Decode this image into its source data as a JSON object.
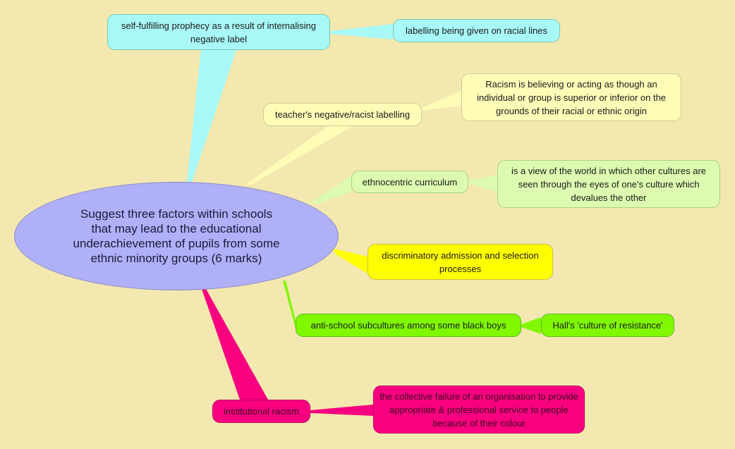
{
  "root": {
    "text": "Suggest three factors within schools that may lead to the educational underachievement of pupils from some ethnic minority groups (6 marks)"
  },
  "branches": [
    {
      "label": "self-fulfilling prophecy as a result of internalising negative label",
      "color": "#a8f8f8",
      "child": {
        "label": "labelling being given on racial lines"
      }
    },
    {
      "label": "teacher's negative/racist labelling",
      "color": "#fffcb8",
      "child": {
        "label": "Racism is believing or acting as though an individual or group is superior or inferior on the grounds of their racial or ethnic origin"
      }
    },
    {
      "label": "ethnocentric curriculum",
      "color": "#ddfbb0",
      "child": {
        "label": "is a view of the world in which other cultures are seen through the eyes of one's culture which devalues the other"
      }
    },
    {
      "label": "discriminatory admission and selection processes",
      "color": "#ffff00"
    },
    {
      "label": "anti-school subcultures among some black boys",
      "color": "#80f800",
      "child": {
        "label": "Hall's 'culture of resistance'"
      }
    },
    {
      "label": "institutional racism",
      "color": "#f8007f",
      "child": {
        "label": "the collective failure of an organisation to provide appropriate & professional service to people because of their colour"
      }
    }
  ]
}
